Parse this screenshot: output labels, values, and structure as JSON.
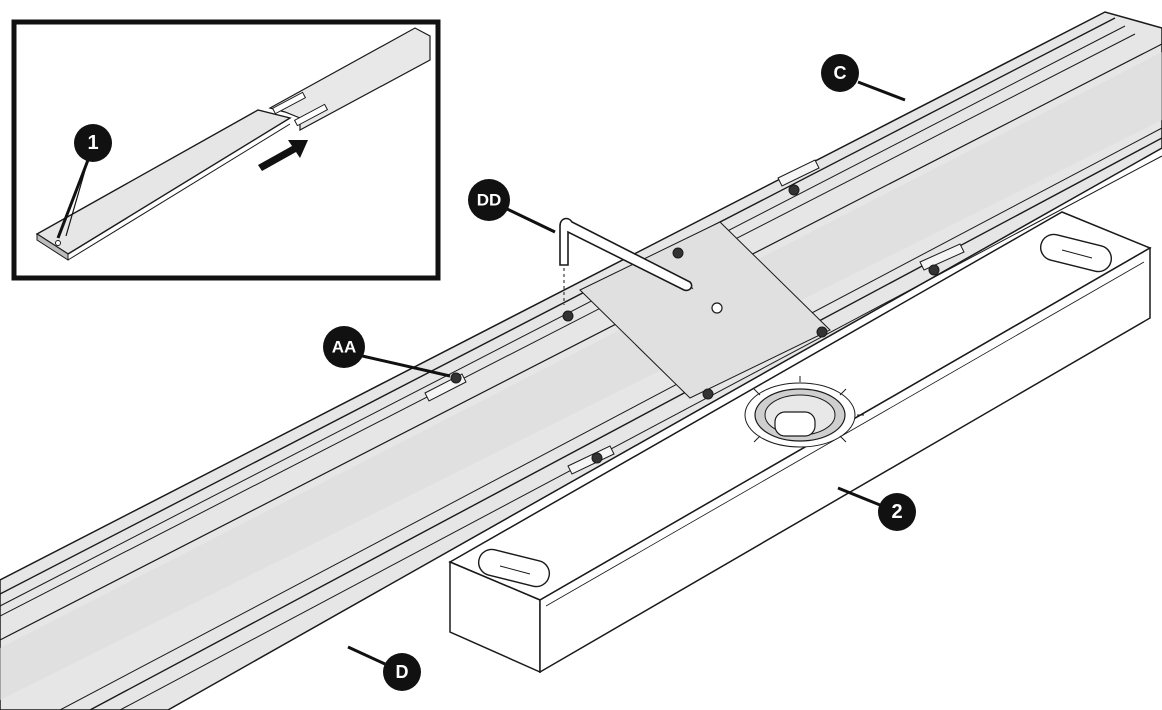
{
  "callouts": {
    "step1": "1",
    "step2": "2",
    "part_c": "C",
    "part_d": "D",
    "part_aa": "AA",
    "part_dd": "DD"
  },
  "colors": {
    "rail_fill": "#e6e6e6",
    "line": "#1a1a1a",
    "callout_fill": "#111111",
    "callout_text": "#ffffff",
    "foot_fill": "#ffffff"
  },
  "icons": {
    "hex_key": "allen-key-icon",
    "arrow": "push-arrow-icon",
    "screw": "screw-icon",
    "caster": "caster-wheel-icon"
  }
}
